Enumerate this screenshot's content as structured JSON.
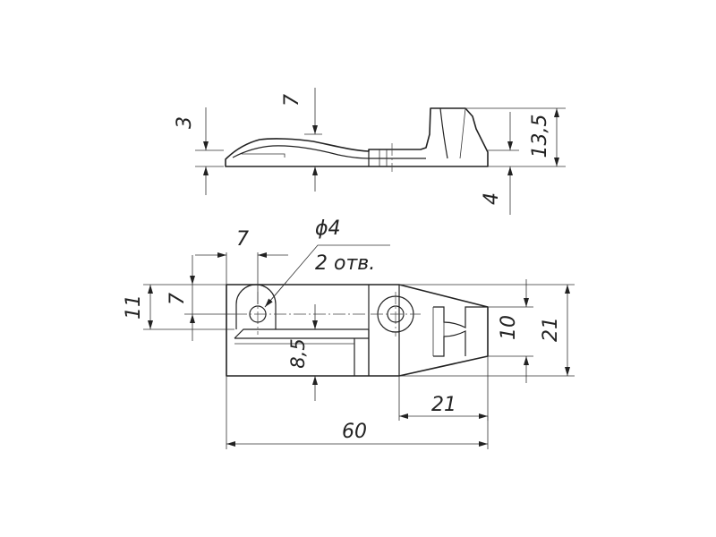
{
  "dimensions": {
    "top_thickness": "3",
    "top_tab_height": "7",
    "top_total_height": "13,5",
    "top_base_height": "4",
    "hole_offset": "7",
    "hole_diameter": "ϕ4",
    "hole_count": "2 отв.",
    "side_height": "11",
    "hole_vertical_offset": "7",
    "slot_depth": "8,5",
    "end_width": "10",
    "total_width": "21",
    "taper_length": "21",
    "total_length": "60"
  }
}
